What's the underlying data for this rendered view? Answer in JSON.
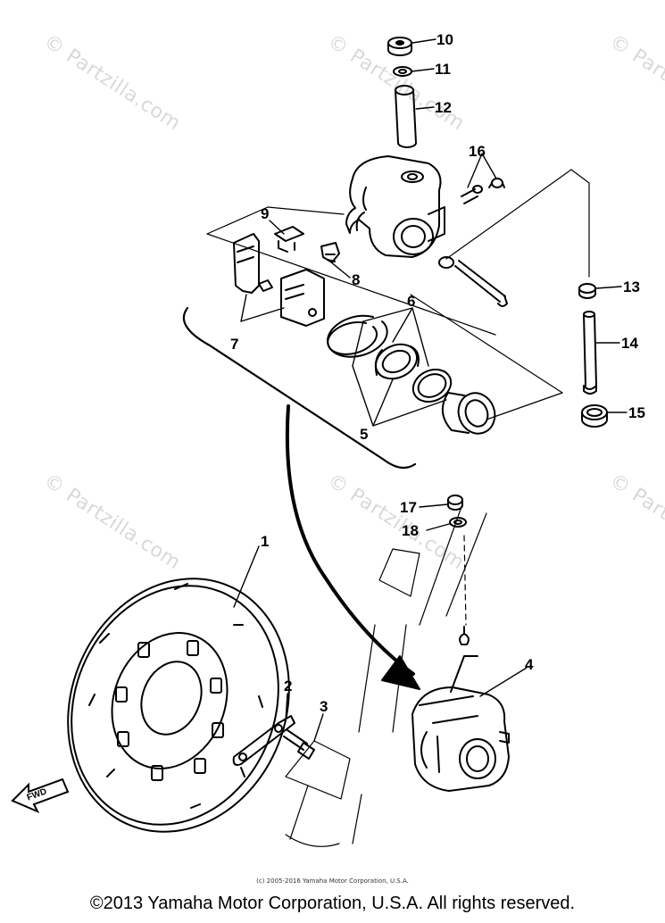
{
  "watermark": "© Partzilla.com",
  "callouts": [
    "1",
    "2",
    "3",
    "4",
    "5",
    "6",
    "7",
    "8",
    "9",
    "10",
    "11",
    "12",
    "13",
    "14",
    "15",
    "16",
    "17",
    "18"
  ],
  "direction_label": "FWD",
  "small_copyright": "(c) 2005-2016 Yamaha Motor Corporation, U.S.A.",
  "footer_copyright": "©2013 Yamaha Motor Corporation, U.S.A. All rights reserved."
}
